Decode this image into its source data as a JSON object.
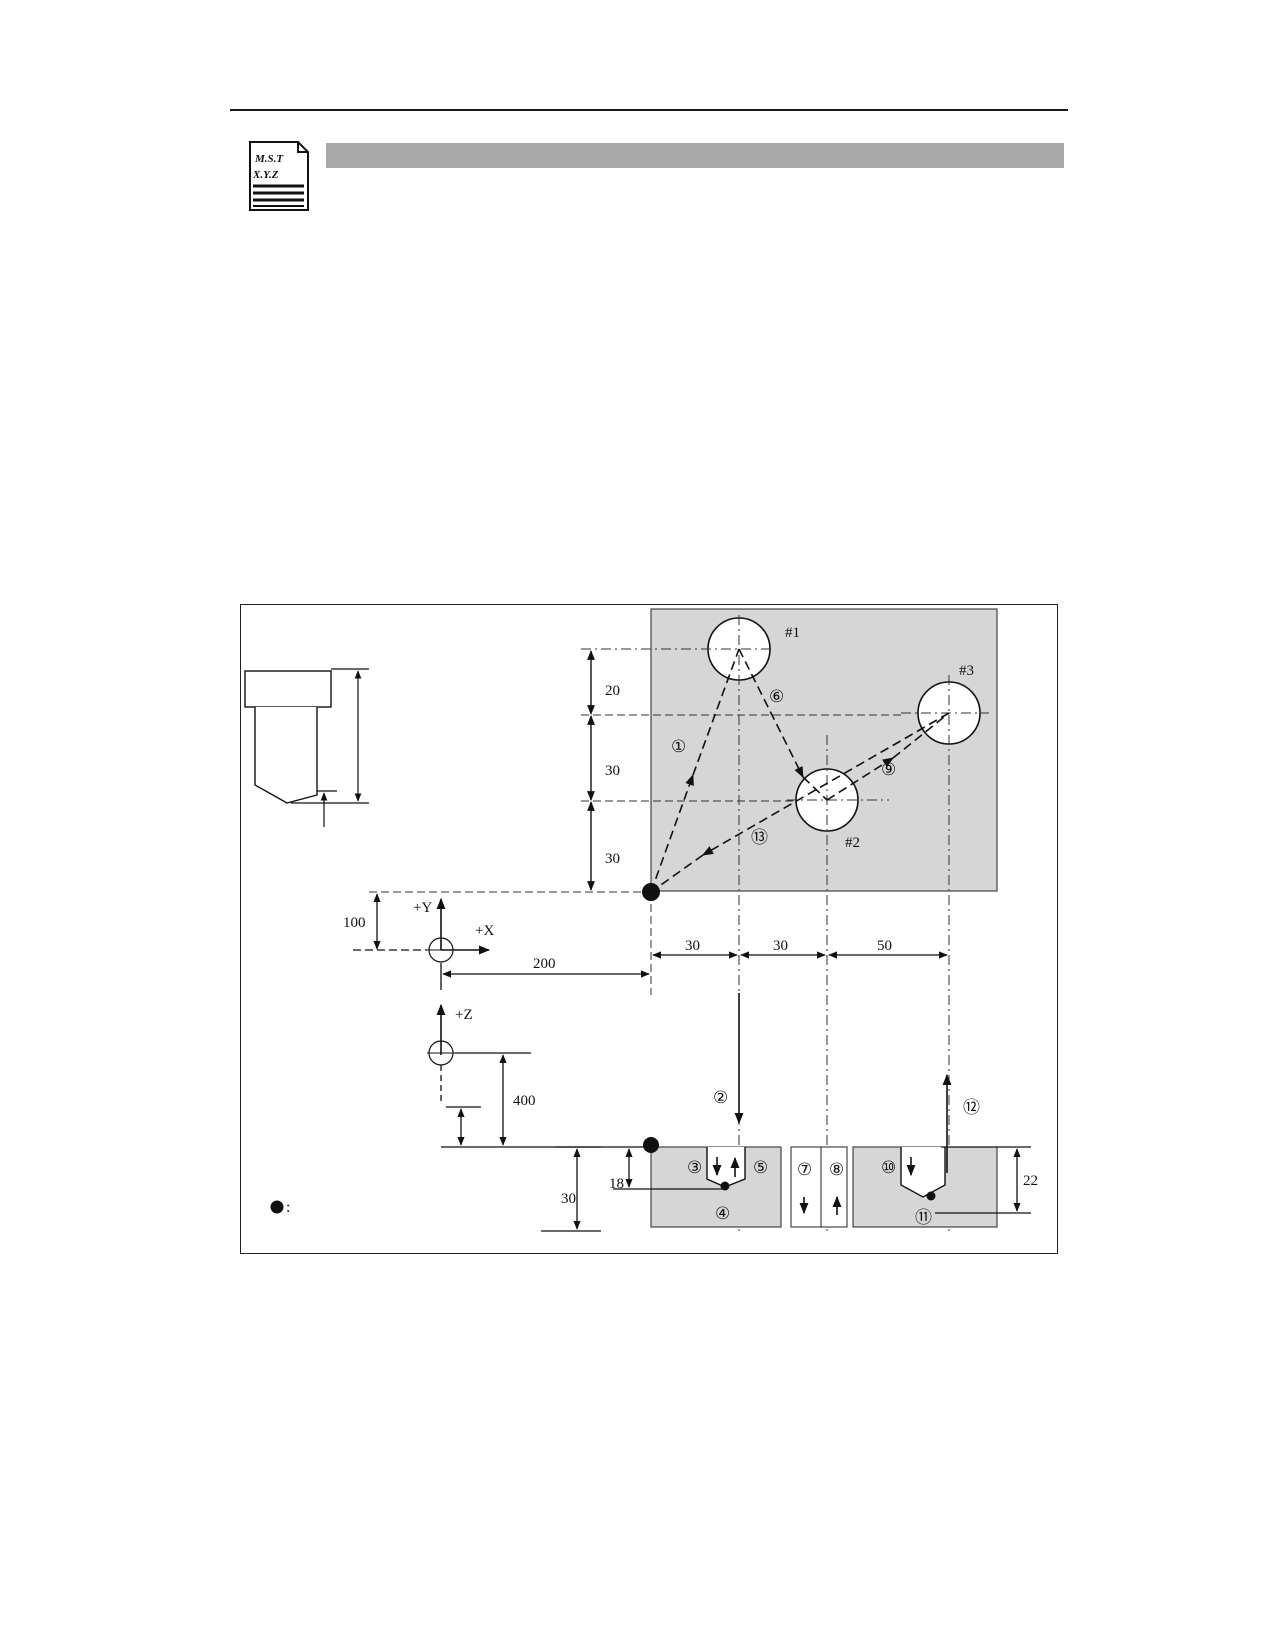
{
  "page": {
    "header_icon_text": [
      "M.S.T",
      "X.Y.Z"
    ]
  },
  "figure": {
    "holes": {
      "h1": "#1",
      "h2": "#2",
      "h3": "#3"
    },
    "steps": {
      "s1": "①",
      "s2": "②",
      "s3": "③",
      "s4": "④",
      "s5": "⑤",
      "s6": "⑥",
      "s7": "⑦",
      "s8": "⑧",
      "s9": "⑨",
      "s10": "⑩",
      "s11": "⑪",
      "s12": "⑫",
      "s13": "⑬"
    },
    "dims": {
      "y20": "20",
      "y30a": "30",
      "y30b": "30",
      "d100": "100",
      "d200": "200",
      "x30a": "30",
      "x30b": "30",
      "x50": "50",
      "z400": "400",
      "z30": "30",
      "z18": "18",
      "z22": "22"
    },
    "axes": {
      "plus_y": "+Y",
      "plus_x": "+X",
      "plus_z": "+Z"
    },
    "legend": {
      "dot_colon": ":"
    }
  }
}
